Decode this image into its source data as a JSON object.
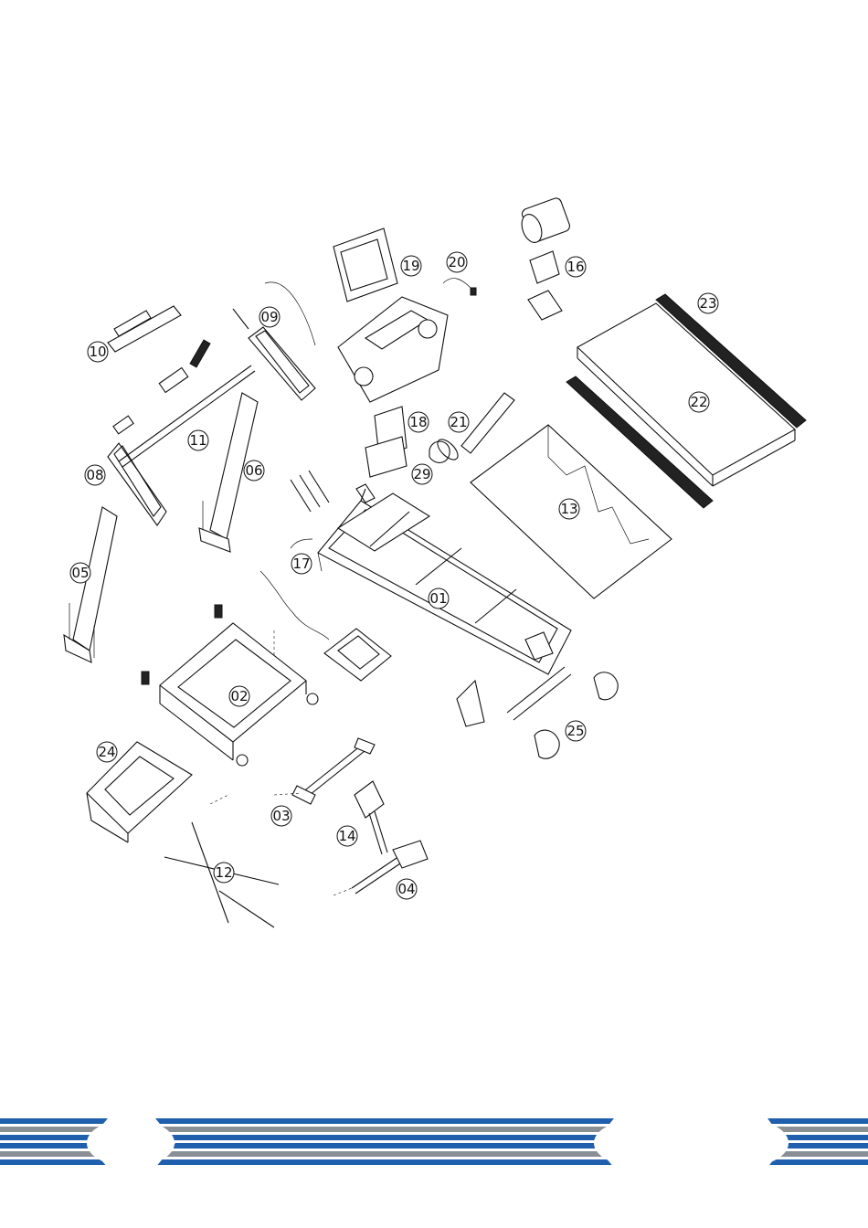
{
  "diagram": {
    "part_labels": [
      "01",
      "02",
      "03",
      "04",
      "05",
      "06",
      "08",
      "09",
      "10",
      "11",
      "12",
      "13",
      "14",
      "16",
      "17",
      "18",
      "19",
      "20",
      "21",
      "22",
      "23",
      "24",
      "25",
      "29"
    ]
  },
  "footer": {
    "stripe_colors": [
      "#1f5fae",
      "#8a8f96",
      "#1f5fae"
    ]
  }
}
